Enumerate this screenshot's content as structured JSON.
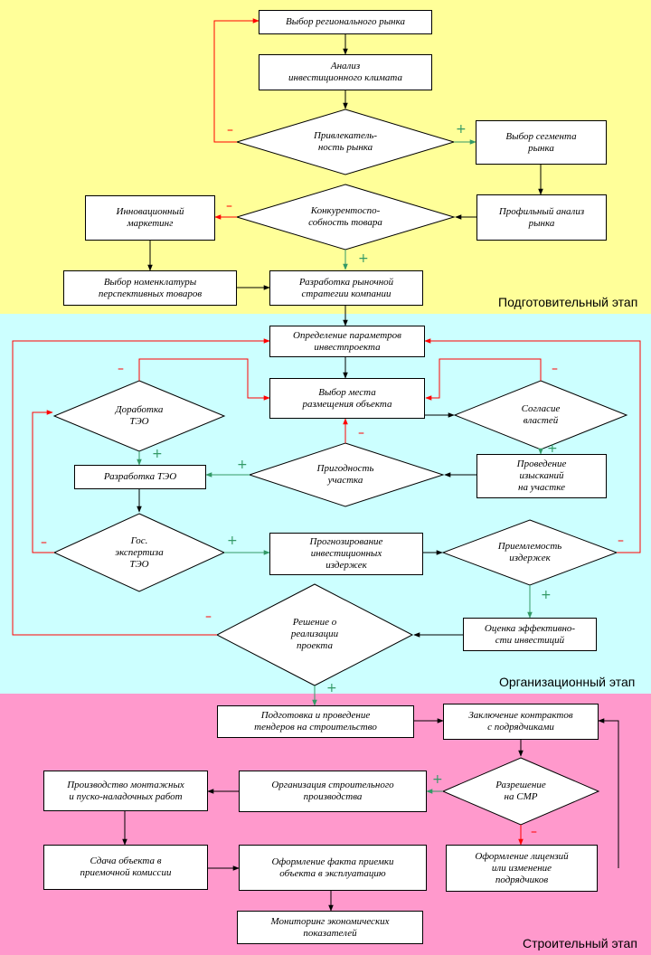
{
  "colors": {
    "stage1": "#ffff99",
    "stage2": "#ccffff",
    "stage3": "#ff99cc",
    "plus": "#339966",
    "minus": "#ff0000",
    "line": "#000000"
  },
  "stages": {
    "prep": "Подготовительный этап",
    "org": "Организационный этап",
    "build": "Строительный этап"
  },
  "boxes": {
    "regional_market": "Выбор регионального рынка",
    "investment_climate": "Анализ\nинвестиционного климата",
    "segment": "Выбор сегмента\nрынка",
    "profile_analysis": "Профильный анализ\nрынка",
    "innovation_marketing": "Инновационный\nмаркетинг",
    "nomenclature": "Выбор номенклатуры\nперспективных товаров",
    "market_strategy": "Разработка рыночной\nстратегии компании",
    "project_params": "Определение параметров\nинвестпроекта",
    "site_selection": "Выбор места\nразмещения объекта",
    "teo_development": "Разработка ТЭО",
    "surveys": "Проведение\nизысканий\nна участке",
    "cost_forecast": "Прогнозирование\nинвестиционных\nиздержек",
    "efficiency": "Оценка эффективно-\nсти инвестиций",
    "tenders": "Подготовка и проведение\nтендеров на строительство",
    "contracts": "Заключение контрактов\nс подрядчиками",
    "installation": "Производство монтажных\nи пуско-наладочных работ",
    "organization": "Организация строительного\nпроизводства",
    "handover": "Сдача объекта в\nприемочной комиссии",
    "acceptance": "Оформление факта приемки\nобъекта в эксплуатацию",
    "licenses": "Оформление лицензий\nили изменение\nподрядчиков",
    "monitoring": "Мониторинг экономических\nпоказателей"
  },
  "decisions": {
    "attractiveness": "Привлекатель-\nность рынка",
    "competitiveness": "Конкурентоспо-\nсобность товара",
    "teo_rework": "Доработка\nТЭО",
    "authorities": "Согласие\nвластей",
    "site_suitability": "Пригодность\nучастка",
    "state_expertise": "Гос.\nэкспертиза\nТЭО",
    "cost_acceptability": "Приемлемость\nиздержек",
    "implementation": "Решение о\nреализации\nпроекта",
    "smr_permit": "Разрешение\nна СМР"
  },
  "signs": {
    "plus": "+",
    "minus": "–"
  }
}
